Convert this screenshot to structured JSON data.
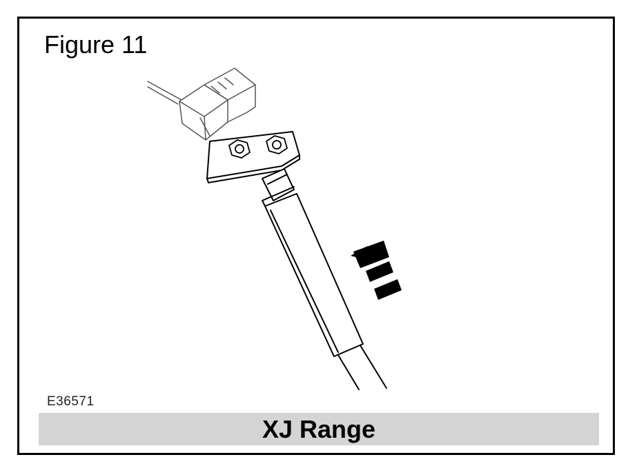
{
  "figure": {
    "title": "Figure 11",
    "reference_code": "E36571",
    "caption": "XJ Range"
  },
  "illustration": {
    "parts": [
      "connector-body",
      "bracket-plate",
      "nut",
      "nut",
      "cable-boot",
      "protective-sleeve",
      "cable",
      "direction-arrow"
    ],
    "line_color": "#000000"
  }
}
